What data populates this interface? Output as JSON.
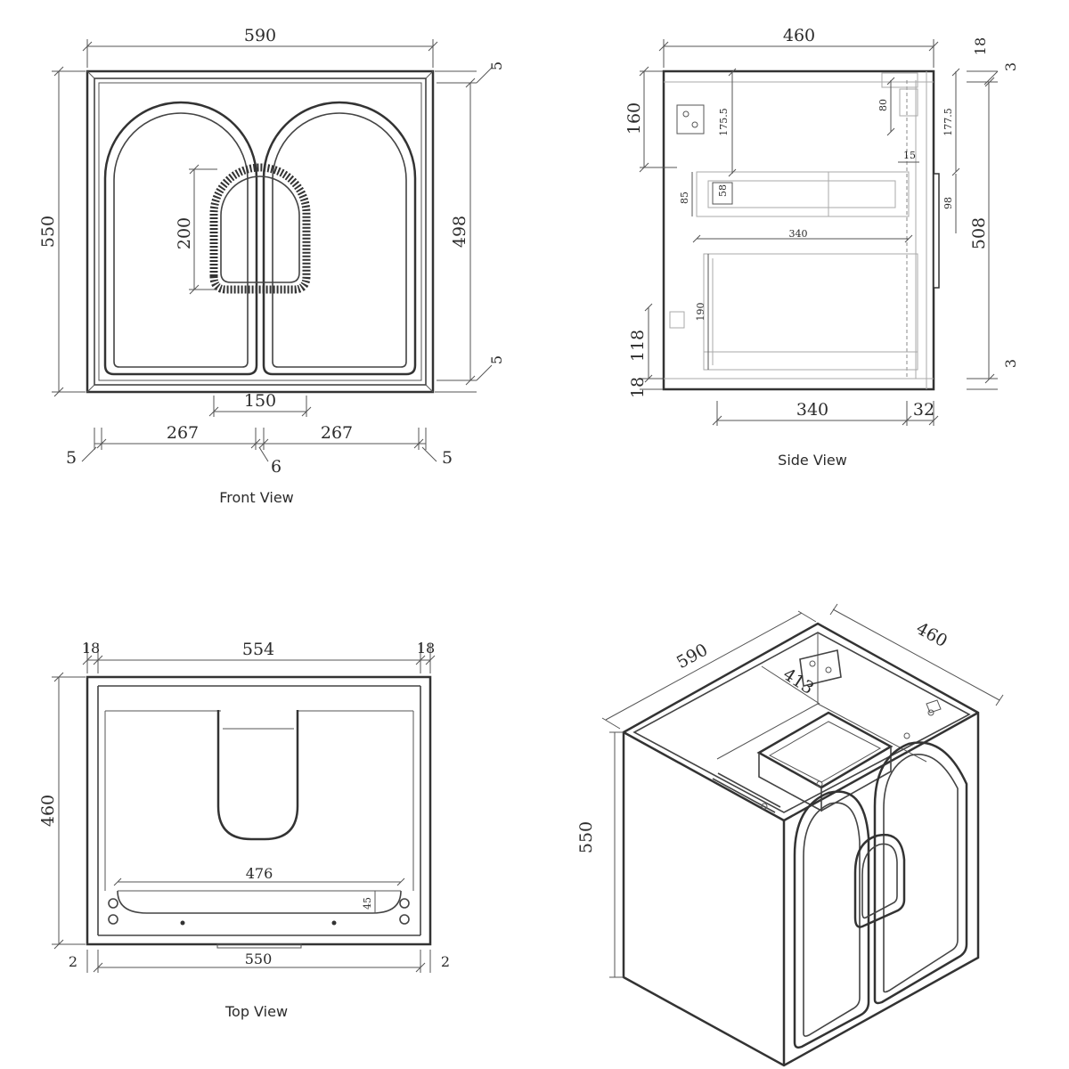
{
  "front_view": {
    "caption": "Front View",
    "dims": {
      "width": "590",
      "height": "550",
      "door_height": "498",
      "handle_height": "200",
      "handle_width": "150",
      "door_left": "267",
      "door_right": "267",
      "gap_left": "5",
      "gap_mid": "6",
      "gap_right": "5",
      "top_gap": "5",
      "bottom_gap": "5"
    }
  },
  "side_view": {
    "caption": "Side View",
    "dims": {
      "depth": "460",
      "top_panel": "18",
      "bottom_panel": "18",
      "bracket_height": "160",
      "hole_left": "175.5",
      "slot": "80",
      "hole_right": "177.5",
      "right_top_gap": "3",
      "right_bottom_gap": "3",
      "ledge": "15",
      "box_outer": "85",
      "box_inner": "58",
      "tray_width": "340",
      "handle_len": "98",
      "door_height": "508",
      "shelf": "190",
      "shelf_low": "118",
      "bottom_depth": "340",
      "bottom_back": "32"
    }
  },
  "top_view": {
    "caption": "Top View",
    "dims": {
      "left_side": "18",
      "inner_width": "554",
      "right_side": "18",
      "depth": "460",
      "inner_cut": "476",
      "rail": "45",
      "overall": "550",
      "left_gap": "2",
      "right_gap": "2"
    }
  },
  "iso_view": {
    "dims": {
      "width": "590",
      "depth": "460",
      "height": "550",
      "waste": "413"
    }
  }
}
